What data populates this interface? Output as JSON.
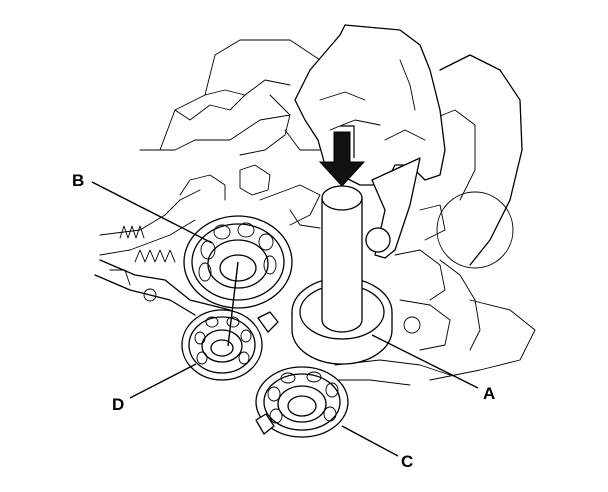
{
  "diagram": {
    "callouts": [
      {
        "id": "A",
        "text": "A"
      },
      {
        "id": "B",
        "text": "B"
      },
      {
        "id": "C",
        "text": "C"
      },
      {
        "id": "D",
        "text": "D"
      }
    ],
    "arrow_icon": "down-arrow-icon"
  }
}
